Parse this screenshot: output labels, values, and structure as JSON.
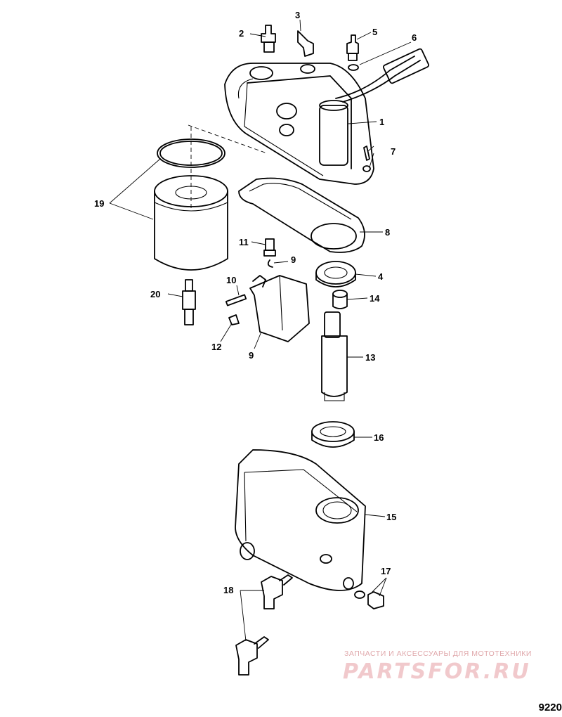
{
  "callouts": [
    "1",
    "2",
    "3",
    "4",
    "5",
    "6",
    "7",
    "8",
    "9",
    "9",
    "10",
    "11",
    "12",
    "13",
    "14",
    "15",
    "16",
    "17",
    "18",
    "19",
    "20"
  ],
  "watermark": {
    "tagline": "ЗАПЧАСТИ И АКСЕССУАРЫ ДЛЯ МОТОТЕХНИКИ",
    "logo": "PARTSFOR.RU"
  },
  "figure_number": "9220"
}
